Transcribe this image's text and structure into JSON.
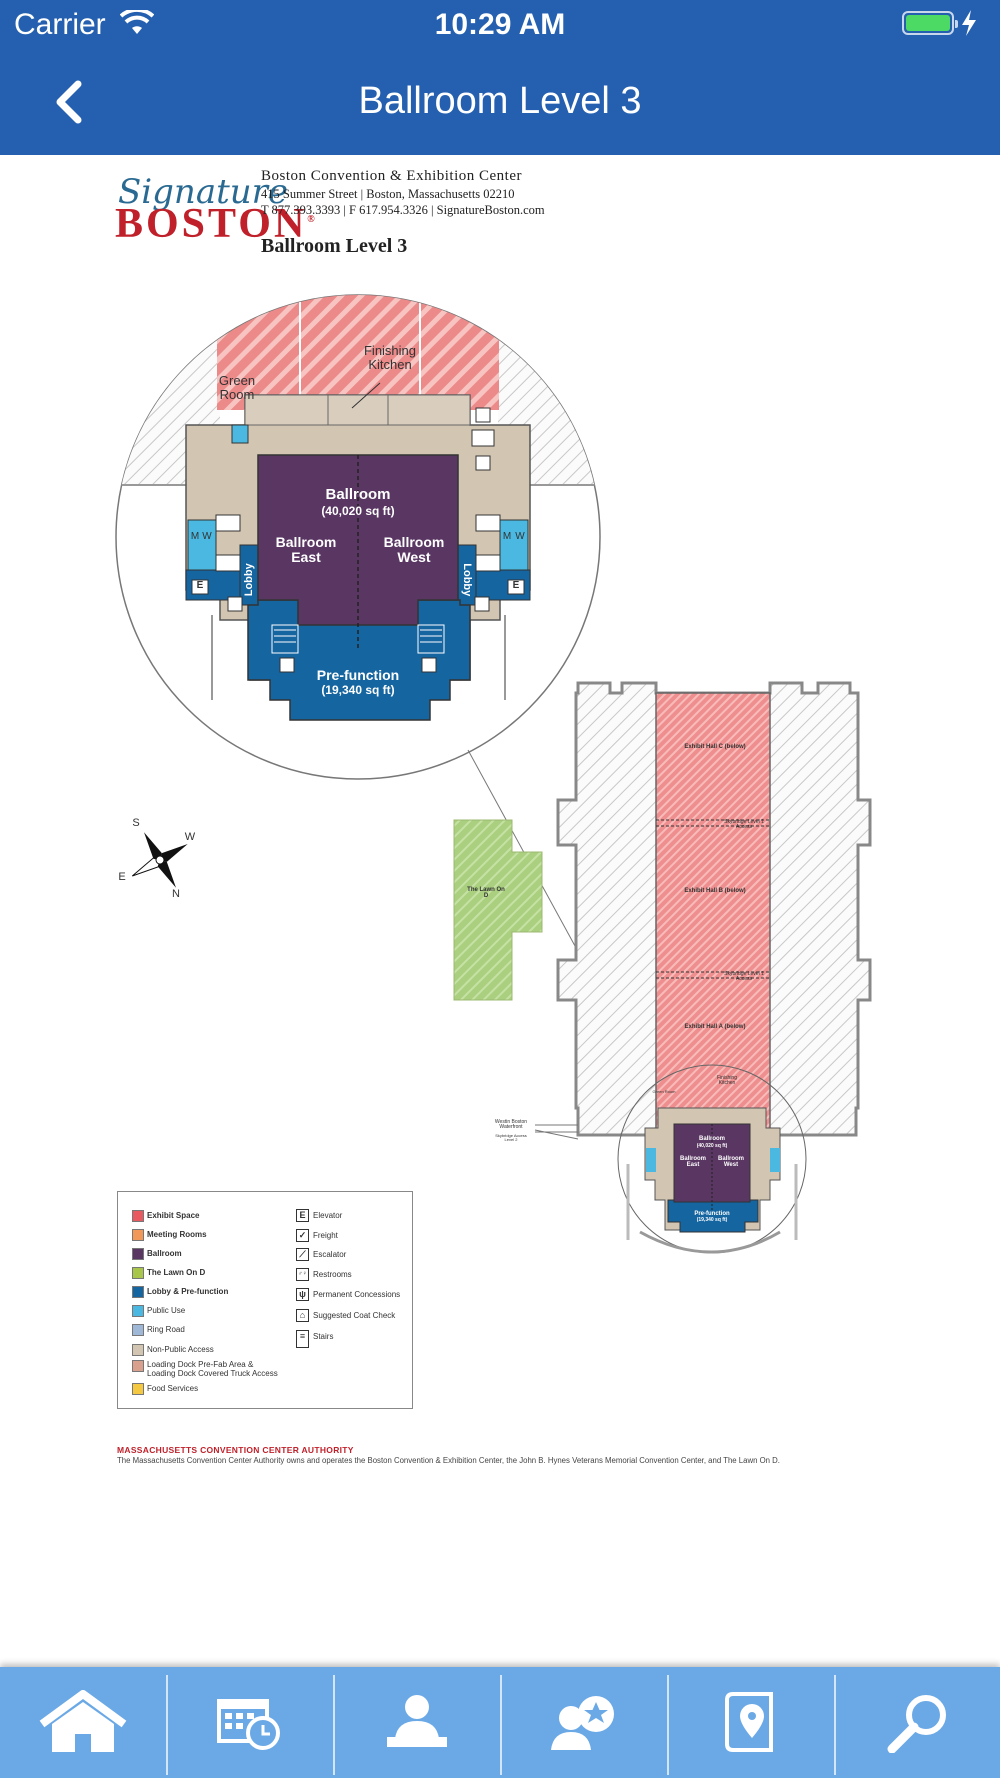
{
  "status_bar": {
    "carrier": "Carrier",
    "time": "10:29 AM"
  },
  "nav": {
    "title": "Ballroom Level 3",
    "back_icon": "chevron-left-icon"
  },
  "logo": {
    "script": "Signature",
    "word": "BOSTON",
    "trademark": "®"
  },
  "venue": {
    "name": "Boston Convention & Exhibition Center",
    "address": "415 Summer Street | Boston, Massachusetts 02210",
    "contact": "T 877.393.3393 | F 617.954.3326 | SignatureBoston.com",
    "map_title": "Ballroom Level 3"
  },
  "map": {
    "finishing_kitchen": "Finishing Kitchen",
    "green_room": "Green Room",
    "ballroom": "Ballroom",
    "ballroom_area": "(40,020 sq ft)",
    "ballroom_east": "Ballroom East",
    "ballroom_west": "Ballroom West",
    "prefunction": "Pre-function",
    "prefunction_area": "(19,340 sq ft)",
    "lobby": "Lobby",
    "elevator_letter": "E",
    "mens": "M",
    "womens": "W",
    "compass": {
      "s": "S",
      "w": "W",
      "e": "E",
      "n": "N"
    },
    "lawn": "The Lawn On D",
    "hall_c": "Exhibit Hall C (below)",
    "hall_b": "Exhibit Hall B (below)",
    "hall_a": "Exhibit Hall A (below)",
    "skybridge_1": "Skybridge Level 1 Access",
    "skybridge_2": "Skybridge Level 1 Access",
    "westin": "Westin Boston Waterfront",
    "westin_access": "Skybridge Access Level 2",
    "mini_kitchen": "Finishing Kitchen",
    "mini_green": "Green Room",
    "mini_ballroom": "Ballroom",
    "mini_ballroom_area": "(40,020 sq ft)",
    "mini_east": "Ballroom East",
    "mini_west": "Ballroom West",
    "mini_pref": "Pre-function",
    "mini_pref_area": "(19,340 sq ft)"
  },
  "legend": {
    "colors": [
      {
        "label": "Exhibit Space",
        "color": "#e85a5f",
        "bold": true
      },
      {
        "label": "Meeting Rooms",
        "color": "#f2995a",
        "bold": true
      },
      {
        "label": "Ballroom",
        "color": "#5a3763",
        "bold": true
      },
      {
        "label": "The Lawn On D",
        "color": "#a7c64a",
        "bold": true
      },
      {
        "label": "Lobby & Pre-function",
        "color": "#1565a0",
        "bold": true
      },
      {
        "label": "Public Use",
        "color": "#4ab8e0",
        "bold": false
      },
      {
        "label": "Ring Road",
        "color": "#9fb8d8",
        "bold": false
      },
      {
        "label": "Non-Public Access",
        "color": "#d2c5b2",
        "bold": false
      },
      {
        "label": "Loading Dock Pre-Fab Area & Loading Dock Covered Truck Access",
        "color": "#d9a08e",
        "bold": false
      },
      {
        "label": "Food Services",
        "color": "#f5c842",
        "bold": false
      }
    ],
    "icons": [
      {
        "label": "Elevator",
        "glyph": "E",
        "icon": "elevator-icon"
      },
      {
        "label": "Freight",
        "glyph": "✓",
        "icon": "freight-icon"
      },
      {
        "label": "Escalator",
        "glyph": "⟋",
        "icon": "escalator-icon"
      },
      {
        "label": "Restrooms",
        "glyph": "♂♀",
        "icon": "restrooms-icon"
      },
      {
        "label": "Permanent Concessions",
        "glyph": "ψ",
        "icon": "concessions-icon"
      },
      {
        "label": "Suggested Coat Check",
        "glyph": "⌂",
        "icon": "coat-check-icon"
      },
      {
        "label": "Stairs",
        "glyph": "≡",
        "icon": "stairs-icon"
      }
    ]
  },
  "footer": {
    "org": "MASSACHUSETTS CONVENTION CENTER AUTHORITY",
    "note": "The Massachusetts Convention Center Authority owns and operates the Boston Convention & Exhibition Center, the John B. Hynes Veterans Memorial Convention Center, and The Lawn On D."
  },
  "tabs": [
    {
      "name": "home",
      "icon": "home-icon"
    },
    {
      "name": "schedule",
      "icon": "calendar-clock-icon"
    },
    {
      "name": "attendees",
      "icon": "person-desk-icon"
    },
    {
      "name": "favorites",
      "icon": "person-star-icon"
    },
    {
      "name": "maps",
      "icon": "map-pin-icon"
    },
    {
      "name": "search",
      "icon": "search-icon"
    }
  ]
}
